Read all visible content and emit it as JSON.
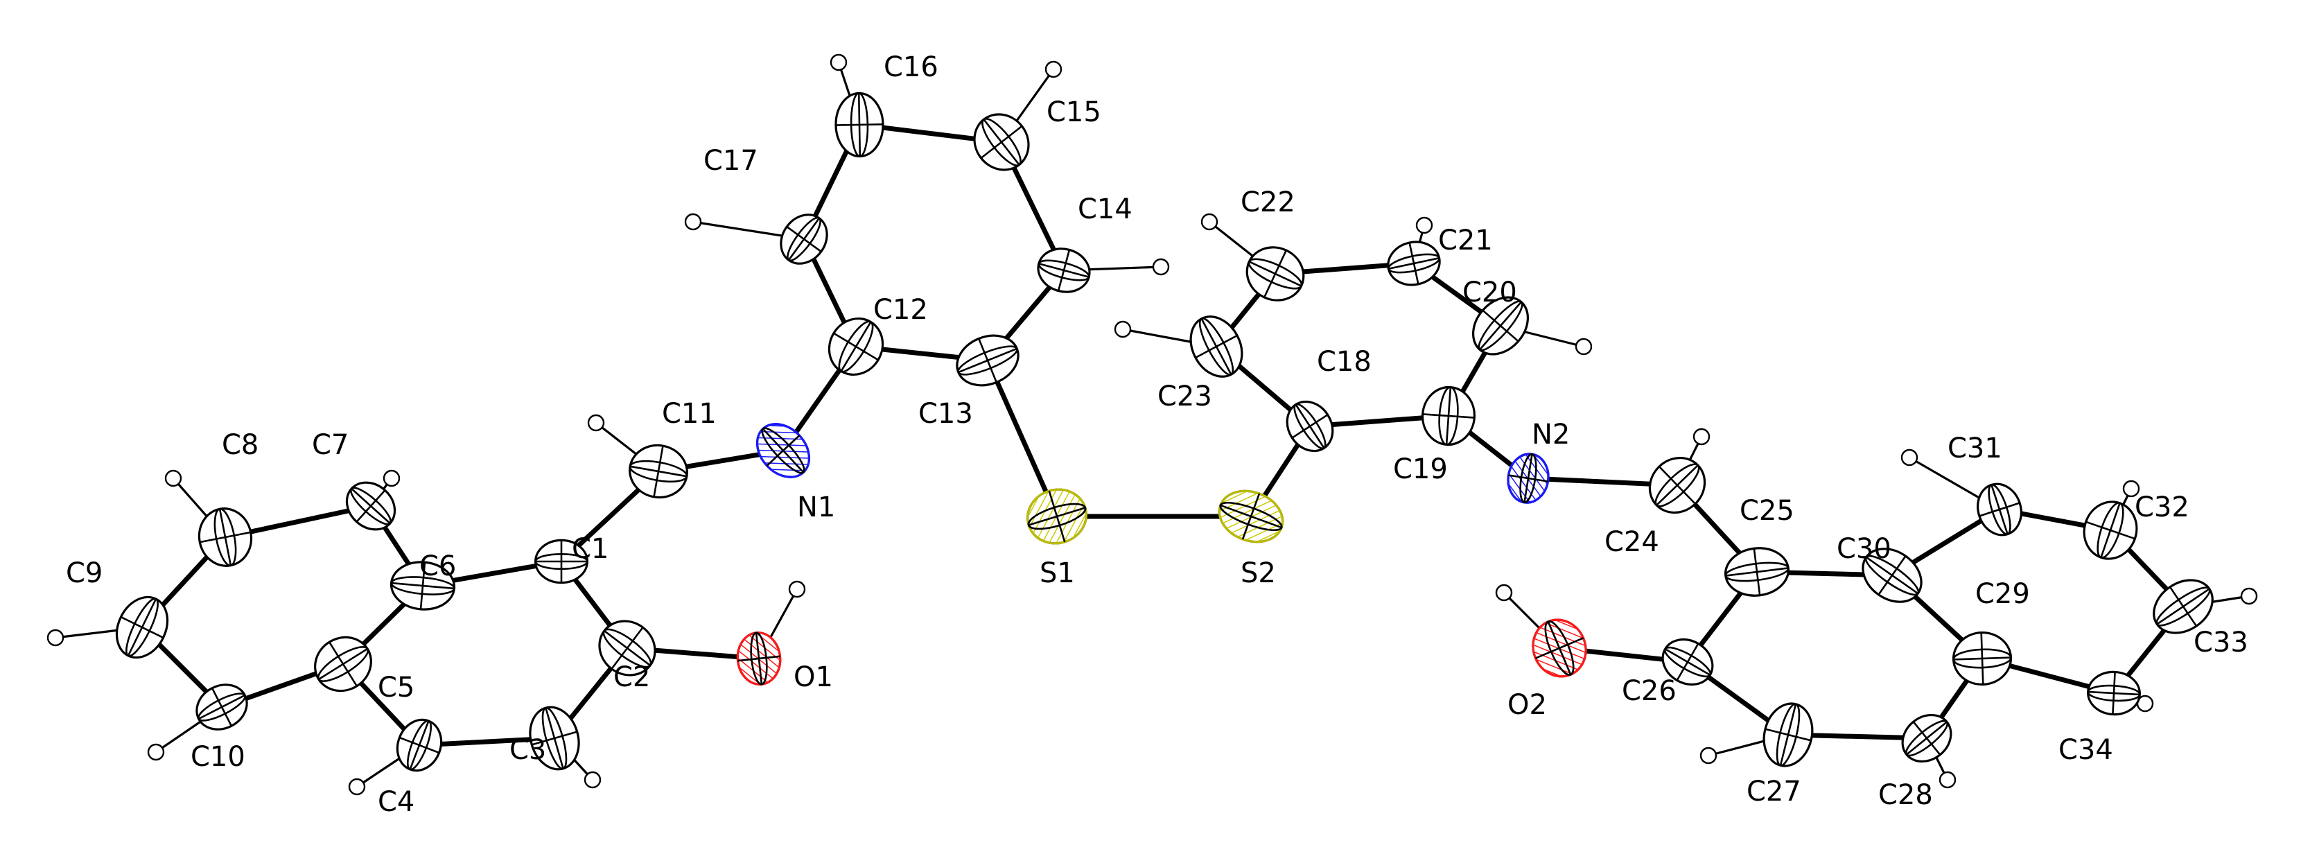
{
  "colors": {
    "carbon": "#000000",
    "nitrogen": "#1a1aff",
    "oxygen": "#ff1a1a",
    "sulfur": "#ffff00",
    "bond": "#000000",
    "background": "#ffffff"
  },
  "atoms": [
    {
      "id": "C1",
      "element": "C",
      "label": "C1"
    },
    {
      "id": "C2",
      "element": "C",
      "label": "C2"
    },
    {
      "id": "C3",
      "element": "C",
      "label": "C3"
    },
    {
      "id": "C4",
      "element": "C",
      "label": "C4"
    },
    {
      "id": "C5",
      "element": "C",
      "label": "C5"
    },
    {
      "id": "C6",
      "element": "C",
      "label": "C6"
    },
    {
      "id": "C7",
      "element": "C",
      "label": "C7"
    },
    {
      "id": "C8",
      "element": "C",
      "label": "C8"
    },
    {
      "id": "C9",
      "element": "C",
      "label": "C9"
    },
    {
      "id": "C10",
      "element": "C",
      "label": "C10"
    },
    {
      "id": "C11",
      "element": "C",
      "label": "C11"
    },
    {
      "id": "N1",
      "element": "N",
      "label": "N1"
    },
    {
      "id": "O1",
      "element": "O",
      "label": "O1"
    },
    {
      "id": "C12",
      "element": "C",
      "label": "C12"
    },
    {
      "id": "C13",
      "element": "C",
      "label": "C13"
    },
    {
      "id": "C14",
      "element": "C",
      "label": "C14"
    },
    {
      "id": "C15",
      "element": "C",
      "label": "C15"
    },
    {
      "id": "C16",
      "element": "C",
      "label": "C16"
    },
    {
      "id": "C17",
      "element": "C",
      "label": "C17"
    },
    {
      "id": "S1",
      "element": "S",
      "label": "S1"
    },
    {
      "id": "S2",
      "element": "S",
      "label": "S2"
    },
    {
      "id": "C18",
      "element": "C",
      "label": "C18"
    },
    {
      "id": "C19",
      "element": "C",
      "label": "C19"
    },
    {
      "id": "C20",
      "element": "C",
      "label": "C20"
    },
    {
      "id": "C21",
      "element": "C",
      "label": "C21"
    },
    {
      "id": "C22",
      "element": "C",
      "label": "C22"
    },
    {
      "id": "C23",
      "element": "C",
      "label": "C23"
    },
    {
      "id": "N2",
      "element": "N",
      "label": "N2"
    },
    {
      "id": "C24",
      "element": "C",
      "label": "C24"
    },
    {
      "id": "C25",
      "element": "C",
      "label": "C25"
    },
    {
      "id": "C26",
      "element": "C",
      "label": "C26"
    },
    {
      "id": "O2",
      "element": "O",
      "label": "O2"
    },
    {
      "id": "C27",
      "element": "C",
      "label": "C27"
    },
    {
      "id": "C28",
      "element": "C",
      "label": "C28"
    },
    {
      "id": "C29",
      "element": "C",
      "label": "C29"
    },
    {
      "id": "C30",
      "element": "C",
      "label": "C30"
    },
    {
      "id": "C31",
      "element": "C",
      "label": "C31"
    },
    {
      "id": "C32",
      "element": "C",
      "label": "C32"
    },
    {
      "id": "C33",
      "element": "C",
      "label": "C33"
    },
    {
      "id": "C34",
      "element": "C",
      "label": "C34"
    }
  ],
  "bonds": [
    [
      "C1",
      "C2"
    ],
    [
      "C2",
      "C3"
    ],
    [
      "C3",
      "C4"
    ],
    [
      "C4",
      "C5"
    ],
    [
      "C5",
      "C6"
    ],
    [
      "C6",
      "C1"
    ],
    [
      "C6",
      "C7"
    ],
    [
      "C7",
      "C8"
    ],
    [
      "C8",
      "C9"
    ],
    [
      "C9",
      "C10"
    ],
    [
      "C10",
      "C5"
    ],
    [
      "C1",
      "C11"
    ],
    [
      "C11",
      "N1"
    ],
    [
      "N1",
      "C12"
    ],
    [
      "C2",
      "O1"
    ],
    [
      "C12",
      "C13"
    ],
    [
      "C13",
      "C14"
    ],
    [
      "C14",
      "C15"
    ],
    [
      "C15",
      "C16"
    ],
    [
      "C16",
      "C17"
    ],
    [
      "C17",
      "C12"
    ],
    [
      "C13",
      "S1"
    ],
    [
      "S1",
      "S2"
    ],
    [
      "S2",
      "C18"
    ],
    [
      "C18",
      "C19"
    ],
    [
      "C19",
      "C20"
    ],
    [
      "C20",
      "C21"
    ],
    [
      "C21",
      "C22"
    ],
    [
      "C22",
      "C23"
    ],
    [
      "C23",
      "C18"
    ],
    [
      "C19",
      "N2"
    ],
    [
      "N2",
      "C24"
    ],
    [
      "C24",
      "C25"
    ],
    [
      "C25",
      "C26"
    ],
    [
      "C26",
      "O2"
    ],
    [
      "C26",
      "C27"
    ],
    [
      "C27",
      "C28"
    ],
    [
      "C28",
      "C29"
    ],
    [
      "C29",
      "C30"
    ],
    [
      "C30",
      "C25"
    ],
    [
      "C29",
      "C34"
    ],
    [
      "C34",
      "C33"
    ],
    [
      "C33",
      "C32"
    ],
    [
      "C32",
      "C31"
    ],
    [
      "C31",
      "C30"
    ]
  ]
}
